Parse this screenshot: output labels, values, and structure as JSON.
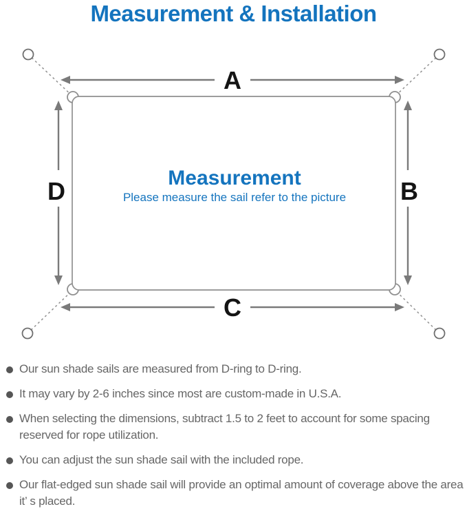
{
  "title": "Measurement & Installation",
  "diagram": {
    "center_title": "Measurement",
    "center_subtitle": "Please measure the sail refer to the picture",
    "labels": {
      "top": "A",
      "right": "B",
      "bottom": "C",
      "left": "D"
    }
  },
  "notes": {
    "items": [
      "Our sun shade sails are measured from D-ring to D-ring.",
      "It may vary by 2-6 inches since most are custom-made in U.S.A.",
      "When selecting the dimensions, subtract 1.5 to 2 feet to account for some spacing reserved for rope utilization.",
      "You can adjust the sun shade sail with the included rope.",
      "Our flat-edged sun shade sail will provide an optimal amount of coverage above the area it’ s placed."
    ]
  },
  "colors": {
    "accent_blue": "#1474be",
    "diagram_line_gray": "#7a7a7a",
    "note_text_gray": "#666666",
    "label_black": "#141414"
  }
}
